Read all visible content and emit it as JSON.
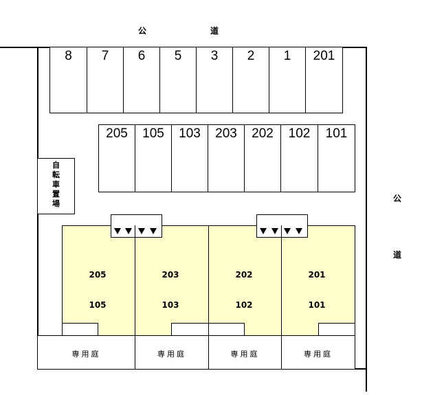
{
  "road_top": [
    "公",
    "道"
  ],
  "road_right": [
    "公",
    "道"
  ],
  "parking_row1": [
    "8",
    "7",
    "6",
    "5",
    "3",
    "2",
    "1",
    "201"
  ],
  "parking_row2": [
    "205",
    "105",
    "103",
    "203",
    "202",
    "102",
    "101"
  ],
  "bicycle_parking": [
    "自",
    "転",
    "車",
    "置",
    "場"
  ],
  "units": [
    {
      "upper": "205",
      "lower": "105"
    },
    {
      "upper": "203",
      "lower": "103"
    },
    {
      "upper": "202",
      "lower": "102"
    },
    {
      "upper": "201",
      "lower": "101"
    }
  ],
  "garden_label": "専用庭"
}
